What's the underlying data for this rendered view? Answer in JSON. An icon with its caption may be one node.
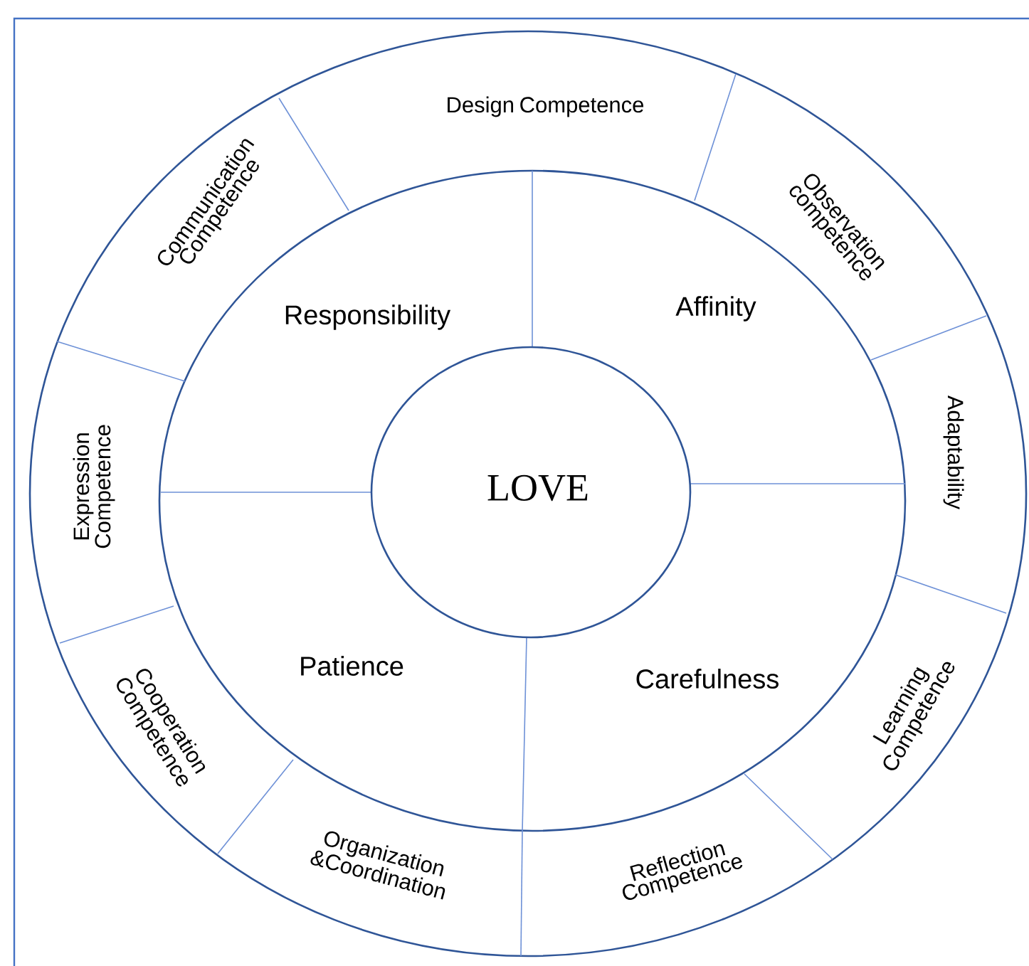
{
  "diagram": {
    "nodes": [
      {
        "text": [
          "LOVE"
        ]
      },
      {
        "text": [
          "Responsibility"
        ]
      },
      {
        "text": [
          "Affinity"
        ]
      },
      {
        "text": [
          "Patience"
        ]
      },
      {
        "text": [
          "Carefulness"
        ]
      },
      {
        "text": [
          "Design Competence"
        ]
      },
      {
        "text": [
          "Communication Competence"
        ]
      },
      {
        "text": [
          "Observation competence"
        ]
      },
      {
        "text": [
          "Expression Competence"
        ]
      },
      {
        "text": [
          "Adaptability"
        ]
      },
      {
        "text": [
          "Cooperation Competence"
        ]
      },
      {
        "text": [
          "Learning Competence"
        ]
      },
      {
        "text": [
          "Organization &Coordination"
        ]
      },
      {
        "text": [
          "Reflection Competence"
        ]
      }
    ]
  }
}
